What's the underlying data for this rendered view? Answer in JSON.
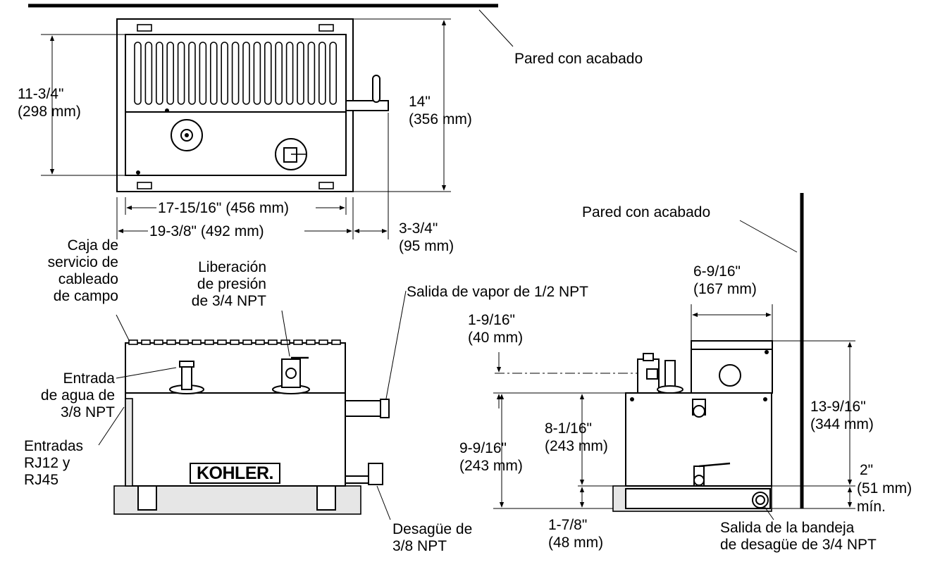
{
  "top_view": {
    "wall_label": "Pared con acabado",
    "dims": {
      "inner_height": "11-3/4\"",
      "inner_height_mm": "(298 mm)",
      "outer_height": "14\"",
      "outer_height_mm": "(356 mm)",
      "inner_width": "17-15/16\" (456 mm)",
      "outer_width": "19-3/8\" (492 mm)",
      "wall_offset": "3-3/4\"",
      "wall_offset_mm": "(95 mm)"
    }
  },
  "front_view": {
    "callouts": {
      "field_box": [
        "Caja de",
        "servicio de",
        "cableado",
        "de campo"
      ],
      "pressure_relief": [
        "Liberación",
        "de presión",
        "de 3/4 NPT"
      ],
      "steam_outlet": "Salida de vapor de 1/2 NPT",
      "water_inlet": [
        "Entrada",
        "de agua de",
        "3/8 NPT"
      ],
      "rj_inputs": [
        "Entradas",
        "RJ12 y",
        "RJ45"
      ],
      "drain": [
        "Desagüe de",
        "3/8 NPT"
      ]
    },
    "brand": "KOHLER."
  },
  "side_view": {
    "wall_label": "Pared con acabado",
    "drain_pan_outlet": [
      "Salida de la bandeja",
      "de desagüe de 3/4 NPT"
    ],
    "dims": {
      "box_width": "6-9/16\"",
      "box_width_mm": "(167 mm)",
      "top_offset": "1-9/16\"",
      "top_offset_mm": "(40 mm)",
      "inner_height": "8-1/16\"",
      "inner_height_mm": "(243 mm)",
      "body_height": "9-9/16\"",
      "body_height_mm": "(243 mm)",
      "base_height": "1-7/8\"",
      "base_height_mm": "(48 mm)",
      "total_height": "13-9/16\"",
      "total_height_mm": "(344 mm)",
      "min_clearance": "2\"",
      "min_clearance_mm": "(51 mm)",
      "min_clearance_note": "mín."
    }
  }
}
